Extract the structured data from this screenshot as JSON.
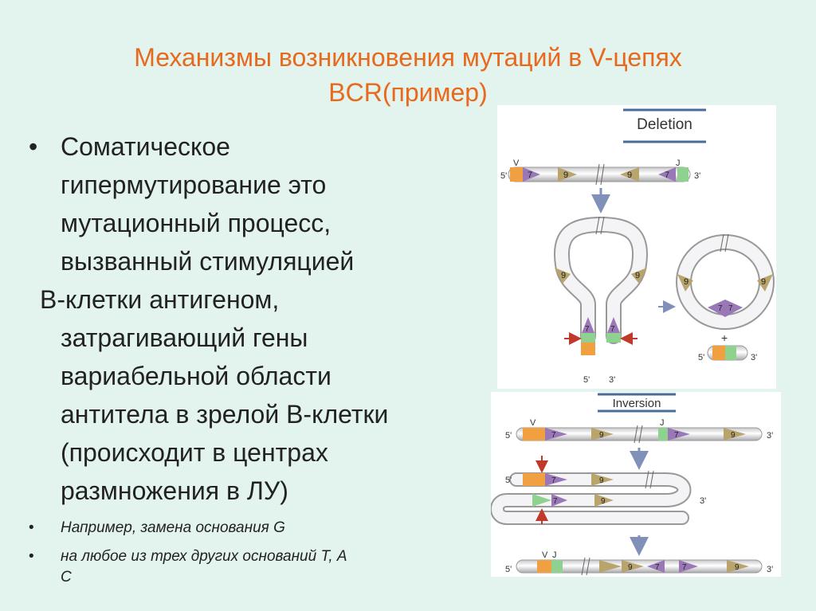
{
  "slide": {
    "title_line1": "Механизмы возникновения мутаций в V-цепях",
    "title_line2": "BCR(пример)",
    "bullet_symbol": "•",
    "bullet1": {
      "line1": "Соматическое",
      "line2": "гипермутирование это",
      "line3": "мутационный процесс,",
      "line4": "вызванный стимуляцией",
      "line5": "В-клетки антигеном,",
      "line6": "затрагивающий  гены",
      "line7": "вариабельной области",
      "line8": "антитела в зрелой В-клетки",
      "line9": "(происходит в центрах",
      "line10": "размножения в ЛУ)"
    },
    "bullet2": "Например, замена основания G",
    "bullet3_line1": "на любое из трех других оснований Т, А",
    "bullet3_line2": "С"
  },
  "deletion": {
    "label": "Deletion",
    "v_label": "V",
    "j_label": "J",
    "five_prime": "5'",
    "three_prime": "3'",
    "nine": "9",
    "seven": "7",
    "plus": "+"
  },
  "inversion": {
    "label": "Inversion",
    "v_label": "V",
    "j_label": "J",
    "five_prime": "5'",
    "three_prime": "3'",
    "nine": "9",
    "seven": "7"
  },
  "colors": {
    "title": "#e8691c",
    "v_segment": "#f0a040",
    "j_segment": "#8fd18f",
    "heptamer": "#9a78b8",
    "nonamer": "#b9a46c",
    "arrow_gray": "#8090b8",
    "arrow_red": "#c0392b"
  }
}
